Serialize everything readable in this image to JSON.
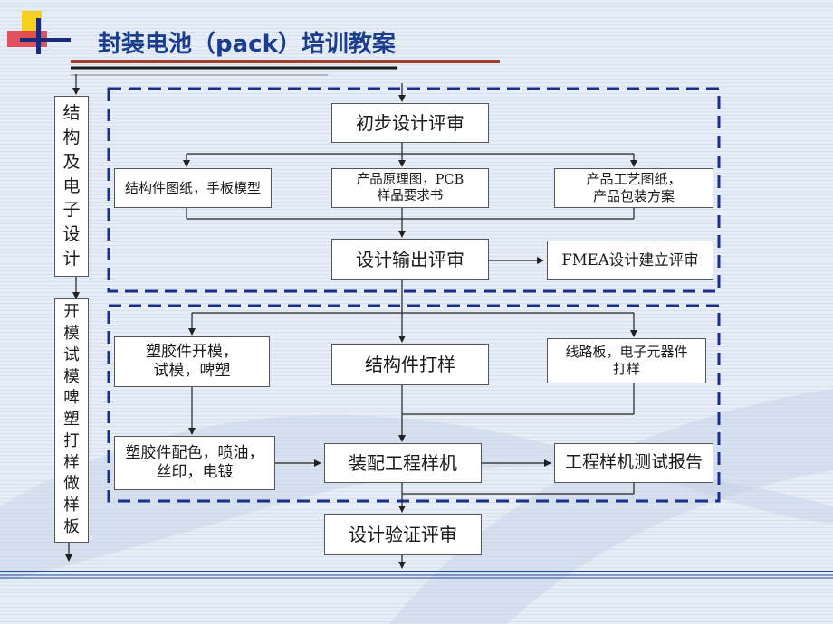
{
  "slide": {
    "title": "封装电池（pack）培训教案"
  },
  "side_labels": {
    "top": [
      "结",
      "构",
      "及",
      "电",
      "子",
      "设",
      "计"
    ],
    "bottom": [
      "开",
      "模",
      "试",
      "模",
      "啤",
      "塑",
      "打",
      "样",
      "做",
      "样",
      "板"
    ]
  },
  "boxes": {
    "initial_review": "初步设计评审",
    "structure_drawing": "结构件图纸，手板模型",
    "schematic_pcb": "产品原理图，PCB\n样品要求书",
    "process_drawing": "产品工艺图纸，\n产品包装方案",
    "output_review": "设计输出评审",
    "fmea_review": "FMEA设计建立评审",
    "plastic_mold": "塑胶件开模，\n试模，啤塑",
    "structure_sample": "结构件打样",
    "pcb_sample": "线路板，电子元器件\n打样",
    "plastic_finish": "塑胶件配色，喷油，\n丝印，电镀",
    "assembly_prototype": "装配工程样机",
    "prototype_test": "工程样机测试报告",
    "verification_review": "设计验证评审"
  },
  "colors": {
    "title": "#1c3d8c",
    "dash_border": "#1a2f8a",
    "rule_red": "#a0402a",
    "rule_dark": "#1a1a1a",
    "logo_red": "#e04050",
    "logo_yellow": "#f5d020",
    "logo_navy": "#1a2a7a"
  }
}
